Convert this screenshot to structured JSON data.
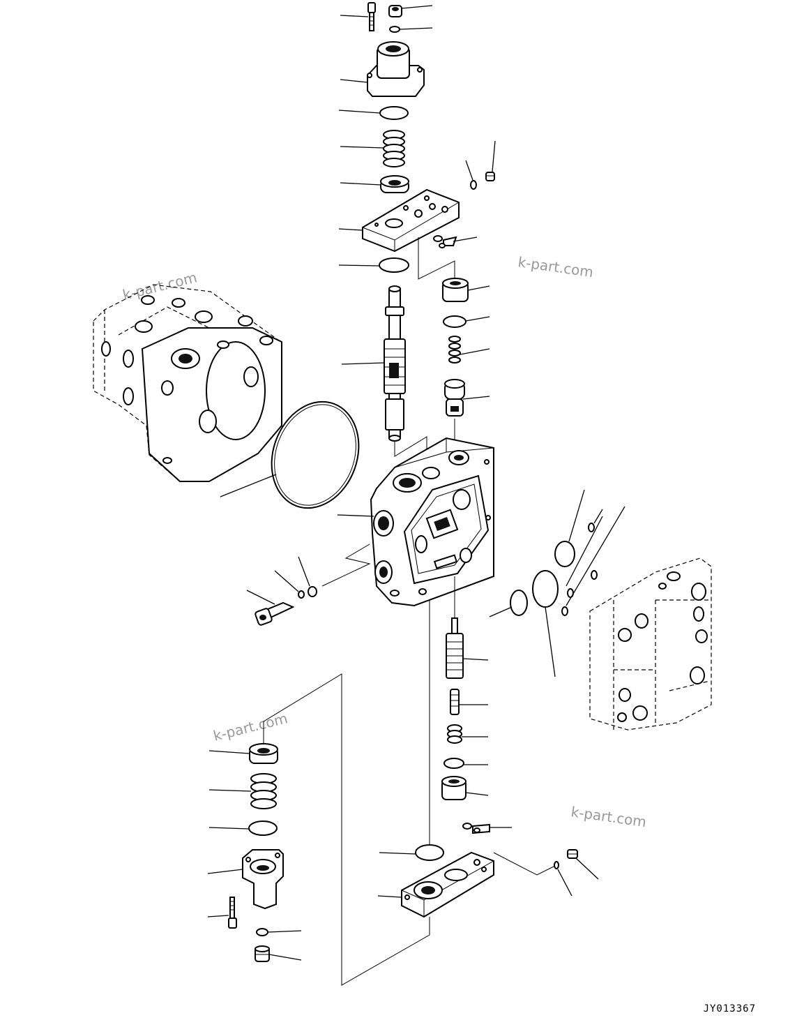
{
  "drawing_code": "JY013367",
  "watermarks": [
    "k-part.com",
    "k-part.com",
    "k-part.com",
    "k-part.com"
  ]
}
